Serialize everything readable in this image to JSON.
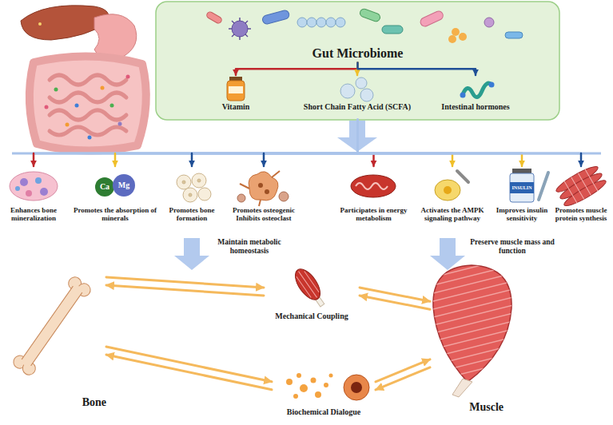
{
  "diagram": {
    "nodes": [
      {
        "text": [
          "Gut Microbiome"
        ]
      },
      {
        "text": [
          "Vitamin"
        ],
        "in": 0
      },
      {
        "text": [
          "Short Chain Fatty Acid (SCFA)"
        ],
        "in": 0
      },
      {
        "text": [
          "Intestinal hormones"
        ],
        "in": 0
      },
      {
        "text": [
          "Enhances bone mineralization"
        ]
      },
      {
        "text": [
          "Promotes the absorption of minerals"
        ]
      },
      {
        "text": [
          "Promotes bone formation"
        ]
      },
      {
        "text": [
          "Promotes osteogenic Inhibits osteoclast"
        ]
      },
      {
        "text": [
          "Participates in energy metabolism"
        ]
      },
      {
        "text": [
          "Activates the AMPK signaling pathway"
        ]
      },
      {
        "text": [
          "Improves insulin sensitivity"
        ]
      },
      {
        "text": [
          "Promotes muscle protein synthesis"
        ]
      },
      {
        "text": [
          "Bone"
        ]
      },
      {
        "text": [
          "Mechanical Coupling"
        ]
      },
      {
        "text": [
          "Biochemical Dialogue"
        ]
      },
      {
        "text": [
          "Muscle"
        ]
      }
    ],
    "edges": [
      {
        "from": 0,
        "to": 1,
        "arrow": "to"
      },
      {
        "from": 0,
        "to": 2,
        "arrow": "to"
      },
      {
        "from": 0,
        "to": 3,
        "arrow": "to"
      },
      {
        "from": 0,
        "to": 4,
        "arrow": "to"
      },
      {
        "from": 0,
        "to": 5,
        "arrow": "to"
      },
      {
        "from": 0,
        "to": 6,
        "arrow": "to"
      },
      {
        "from": 0,
        "to": 7,
        "arrow": "to"
      },
      {
        "from": 0,
        "to": 8,
        "arrow": "to"
      },
      {
        "from": 0,
        "to": 9,
        "arrow": "to"
      },
      {
        "from": 0,
        "to": 10,
        "arrow": "to"
      },
      {
        "from": 0,
        "to": 11,
        "arrow": "to"
      },
      {
        "from": 12,
        "to": 13,
        "arrow": "to"
      },
      {
        "from": 13,
        "to": 12,
        "arrow": "to"
      },
      {
        "from": 13,
        "to": 15,
        "arrow": "to"
      },
      {
        "from": 15,
        "to": 13,
        "arrow": "to"
      },
      {
        "from": 12,
        "to": 14,
        "arrow": "to"
      },
      {
        "from": 14,
        "to": 12,
        "arrow": "to"
      },
      {
        "from": 14,
        "to": 15,
        "arrow": "to"
      },
      {
        "from": 15,
        "to": 14,
        "arrow": "to"
      }
    ],
    "labels": [
      "Ca",
      "Mg",
      "INSULIN",
      "Maintain metabolic homeostasis",
      "Preserve muscle mass and function"
    ]
  }
}
